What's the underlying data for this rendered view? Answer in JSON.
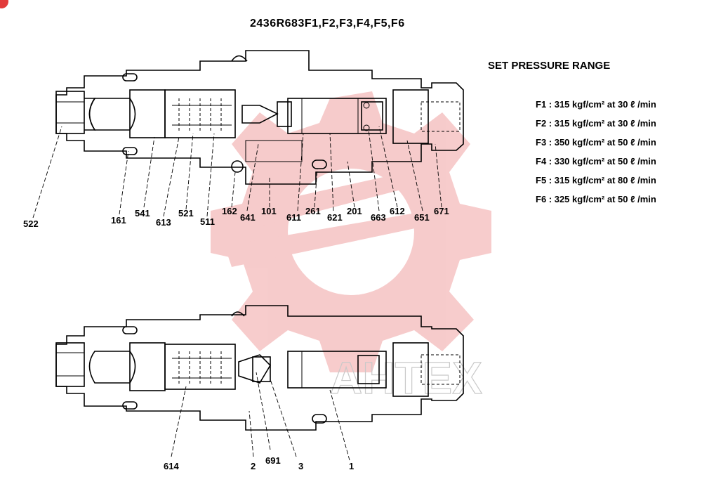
{
  "title": "2436R683F1,F2,F3,F4,F5,F6",
  "set_pressure": {
    "heading": "SET PRESSURE RANGE",
    "rows": [
      "F1 : 315 kgf/cm² at 30 ℓ /min",
      "F2 : 315 kgf/cm² at 30 ℓ /min",
      "F3 : 350 kgf/cm² at 50 ℓ /min",
      "F4 : 330 kgf/cm² at 50 ℓ /min",
      "F5 : 315 kgf/cm² at 80 ℓ /min",
      "F6 : 325 kgf/cm² at 50 ℓ /min"
    ]
  },
  "top_part_labels": [
    "522",
    "161",
    "541",
    "613",
    "521",
    "511",
    "162",
    "641",
    "101",
    "611",
    "261",
    "621",
    "201",
    "663",
    "612",
    "651",
    "671"
  ],
  "bottom_part_labels": [
    "614",
    "2",
    "691",
    "3",
    "1"
  ],
  "watermark_text": "AHTEX",
  "colors": {
    "watermark": "#f2b8b8",
    "badge": "#e23b3b"
  }
}
